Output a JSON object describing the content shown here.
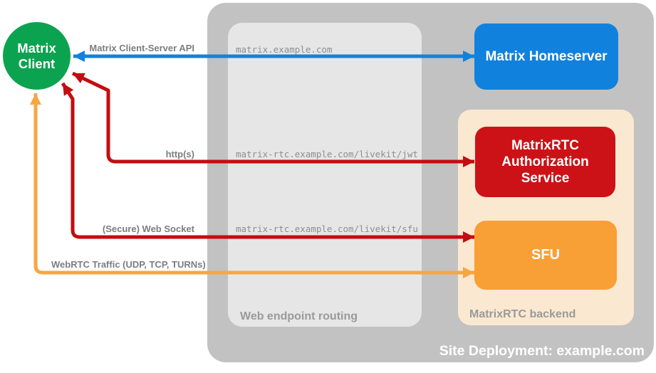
{
  "client": {
    "lines": [
      "Matrix",
      "Client"
    ]
  },
  "nodes": {
    "homeserver": {
      "label": "Matrix Homeserver"
    },
    "auth_service": {
      "lines": [
        "MatrixRTC",
        "Authorization",
        "Service"
      ]
    },
    "sfu": {
      "label": "SFU"
    }
  },
  "containers": {
    "routing_label": "Web endpoint routing",
    "backend_label": "MatrixRTC backend",
    "deployment_label": "Site Deployment: example.com"
  },
  "connections": [
    {
      "label": "Matrix Client-Server API",
      "route": "matrix.example.com",
      "color": "#1082dd",
      "bidirectional": true
    },
    {
      "label": "http(s)",
      "route": "matrix-rtc.example.com/livekit/jwt",
      "color": "#c30d10",
      "bidirectional": true
    },
    {
      "label": "(Secure) Web Socket",
      "route": "matrix-rtc.example.com/livekit/sfu",
      "color": "#c30d10",
      "bidirectional": true
    },
    {
      "label": "WebRTC Traffic (UDP, TCP, TURNs)",
      "route": "",
      "color": "#f8a642",
      "bidirectional": true
    }
  ],
  "colors": {
    "blue": "#1082dd",
    "red": "#c30d10",
    "orange": "#f8a642",
    "green": "#0ba34f",
    "red_box": "#cc1217",
    "orange_box": "#f89f35",
    "peach_container": "#fbe8d1",
    "outer_gray": "#c2c2c2",
    "inner_gray": "#e6e6e6",
    "label_gray": "#7d7d7d",
    "mono_gray": "#8e8e8e",
    "white_text": "#ffffff"
  }
}
